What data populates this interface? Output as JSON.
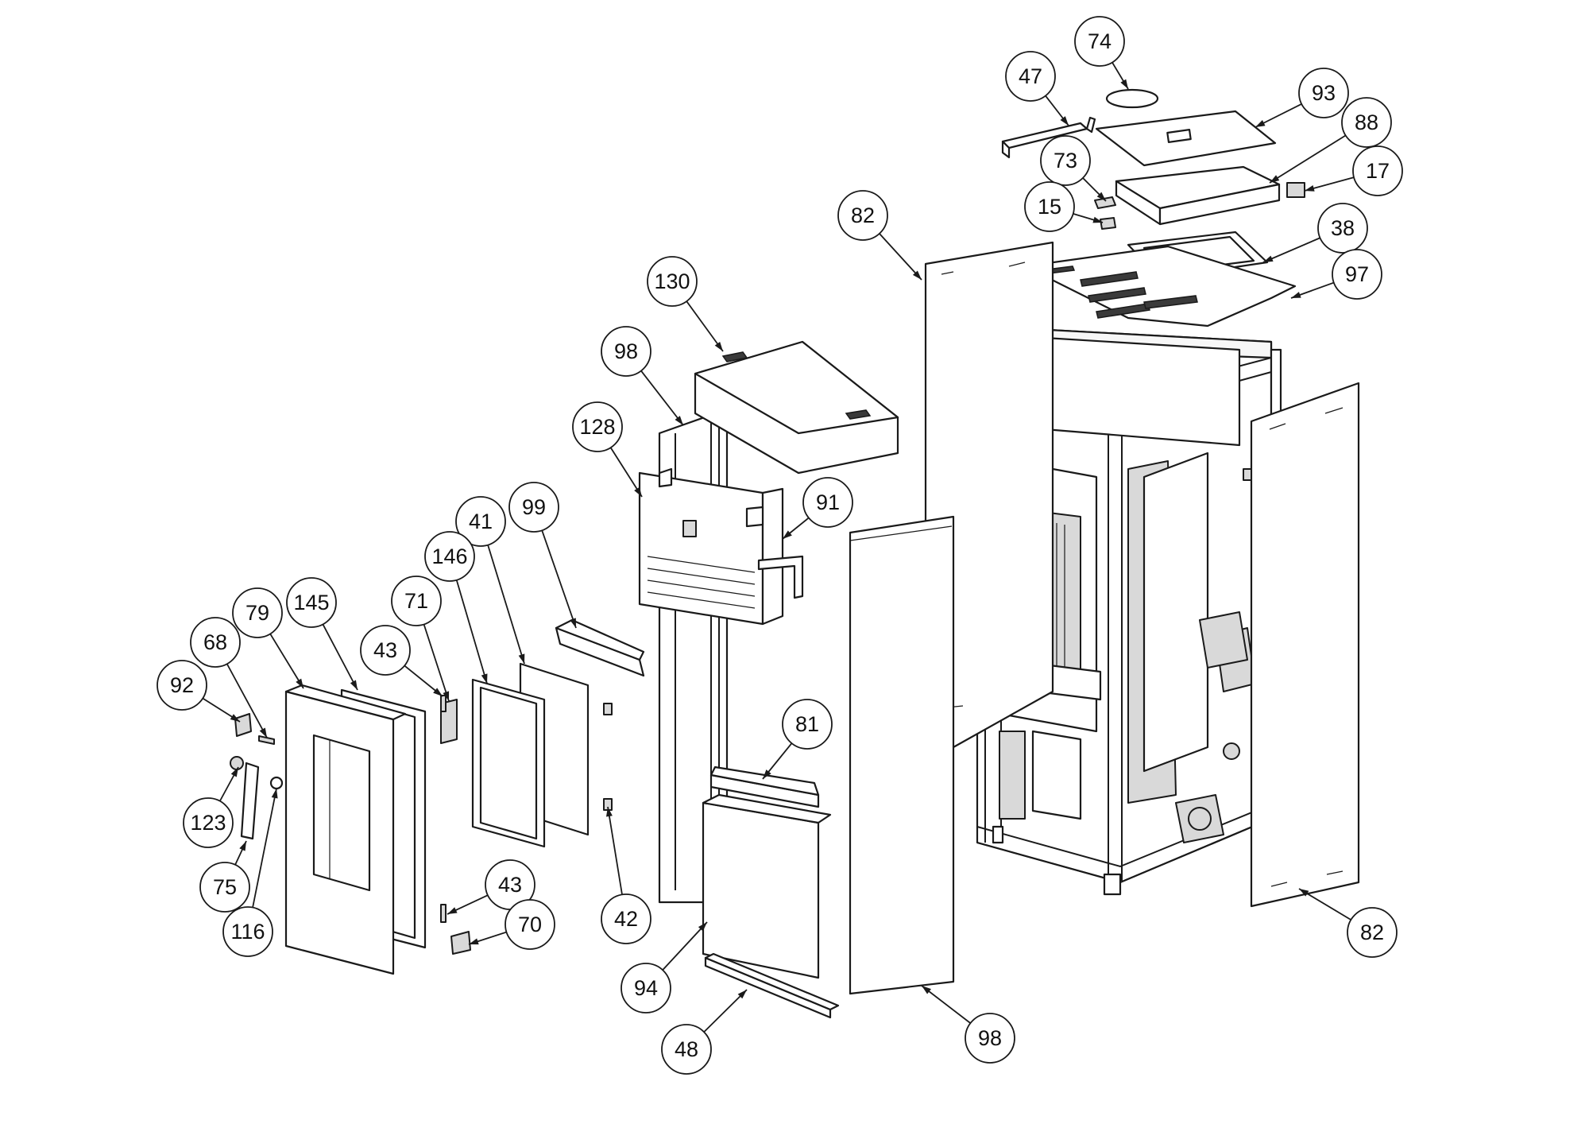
{
  "diagram": {
    "callouts": [
      {
        "id": "c74",
        "label": "74"
      },
      {
        "id": "c47",
        "label": "47"
      },
      {
        "id": "c93",
        "label": "93"
      },
      {
        "id": "c88",
        "label": "88"
      },
      {
        "id": "c73",
        "label": "73"
      },
      {
        "id": "c17",
        "label": "17"
      },
      {
        "id": "c15",
        "label": "15"
      },
      {
        "id": "c82a",
        "label": "82"
      },
      {
        "id": "c38",
        "label": "38"
      },
      {
        "id": "c97",
        "label": "97"
      },
      {
        "id": "c130",
        "label": "130"
      },
      {
        "id": "c98a",
        "label": "98"
      },
      {
        "id": "c128",
        "label": "128"
      },
      {
        "id": "c91",
        "label": "91"
      },
      {
        "id": "c41",
        "label": "41"
      },
      {
        "id": "c99",
        "label": "99"
      },
      {
        "id": "c146",
        "label": "146"
      },
      {
        "id": "c71",
        "label": "71"
      },
      {
        "id": "c79",
        "label": "79"
      },
      {
        "id": "c145",
        "label": "145"
      },
      {
        "id": "c68",
        "label": "68"
      },
      {
        "id": "c43a",
        "label": "43"
      },
      {
        "id": "c92",
        "label": "92"
      },
      {
        "id": "c81",
        "label": "81"
      },
      {
        "id": "c123",
        "label": "123"
      },
      {
        "id": "c75",
        "label": "75"
      },
      {
        "id": "c43b",
        "label": "43"
      },
      {
        "id": "c42",
        "label": "42"
      },
      {
        "id": "c116",
        "label": "116"
      },
      {
        "id": "c70",
        "label": "70"
      },
      {
        "id": "c94",
        "label": "94"
      },
      {
        "id": "c82b",
        "label": "82"
      },
      {
        "id": "c98b",
        "label": "98"
      },
      {
        "id": "c48",
        "label": "48"
      }
    ]
  }
}
